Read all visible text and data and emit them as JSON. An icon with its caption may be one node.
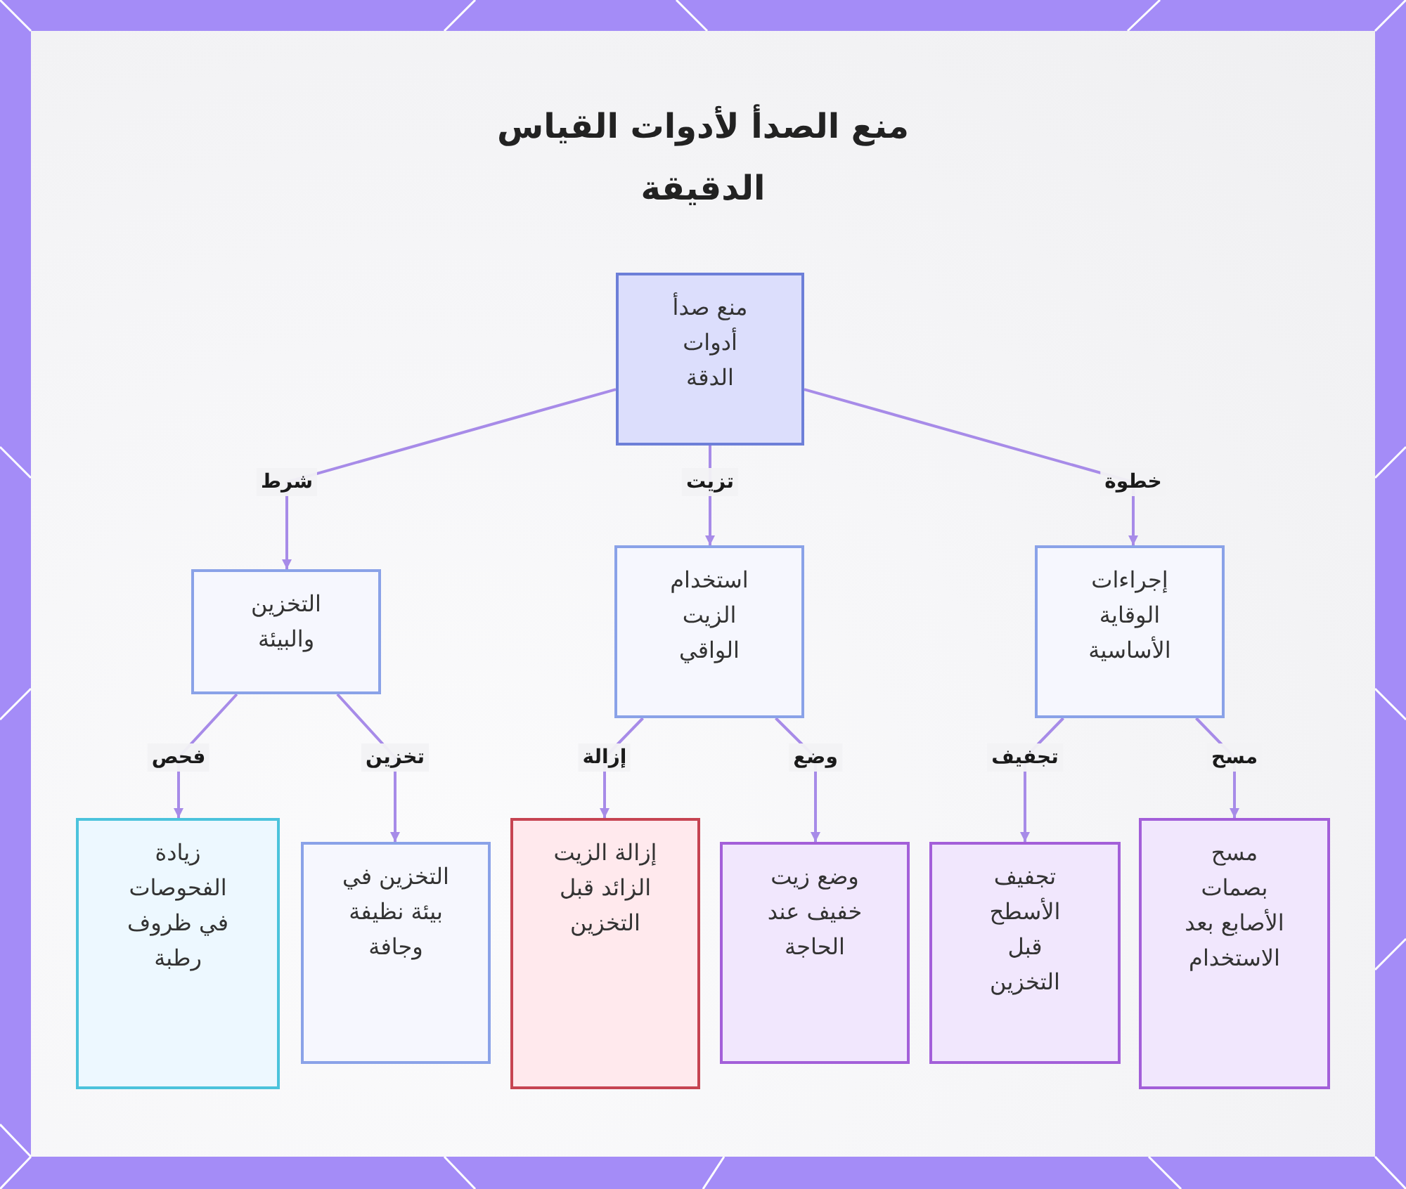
{
  "diagram": {
    "title": "منع الصدأ لأدوات القياس الدقيقة",
    "nodes": [
      {
        "text": [
          "منع صدأ أدوات الدقة"
        ]
      },
      {
        "text": [
          "إجراءات الوقاية الأساسية"
        ]
      },
      {
        "text": [
          "استخدام الزيت الواقي"
        ]
      },
      {
        "text": [
          "التخزين والبيئة"
        ]
      },
      {
        "text": [
          "مسح بصمات الأصابع بعد الاستخدام"
        ]
      },
      {
        "text": [
          "تجفيف الأسطح قبل التخزين"
        ]
      },
      {
        "text": [
          "وضع زيت خفيف عند الحاجة"
        ]
      },
      {
        "text": [
          "إزالة الزيت الزائد قبل التخزين"
        ]
      },
      {
        "text": [
          "التخزين في بيئة نظيفة وجافة"
        ]
      },
      {
        "text": [
          "زيادة الفحوصات في ظروف رطبة"
        ]
      }
    ],
    "edges": [
      {
        "from": 0,
        "to": 1,
        "arrow": "to",
        "label": "خطوة"
      },
      {
        "from": 0,
        "to": 2,
        "arrow": "to",
        "label": "تزيت"
      },
      {
        "from": 0,
        "to": 3,
        "arrow": "to",
        "label": "شرط"
      },
      {
        "from": 1,
        "to": 4,
        "arrow": "to",
        "label": "مسح"
      },
      {
        "from": 1,
        "to": 5,
        "arrow": "to",
        "label": "تجفيف"
      },
      {
        "from": 2,
        "to": 6,
        "arrow": "to",
        "label": "وضع"
      },
      {
        "from": 2,
        "to": 7,
        "arrow": "to",
        "label": "إزالة"
      },
      {
        "from": 3,
        "to": 8,
        "arrow": "to",
        "label": "تخزين"
      },
      {
        "from": 3,
        "to": 9,
        "arrow": "to",
        "label": "فحص"
      }
    ]
  }
}
